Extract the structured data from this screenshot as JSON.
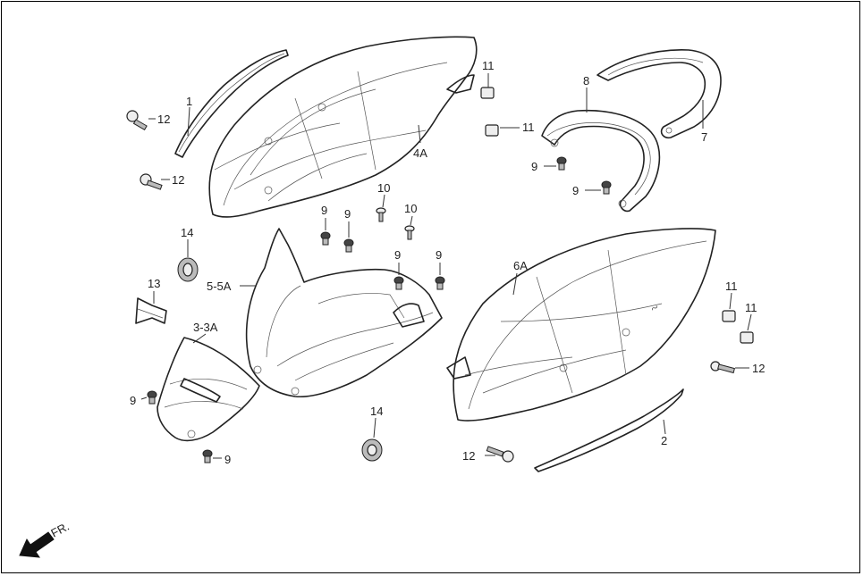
{
  "callouts": {
    "c1": "1",
    "c2": "2",
    "c3": "3-3A",
    "c4": "4A",
    "c5": "5-5A",
    "c6": "6A",
    "c7": "7",
    "c8": "8",
    "c9": "9",
    "c10": "10",
    "c11": "11",
    "c12": "12",
    "c13": "13",
    "c14": "14"
  },
  "front_marker": "FR."
}
